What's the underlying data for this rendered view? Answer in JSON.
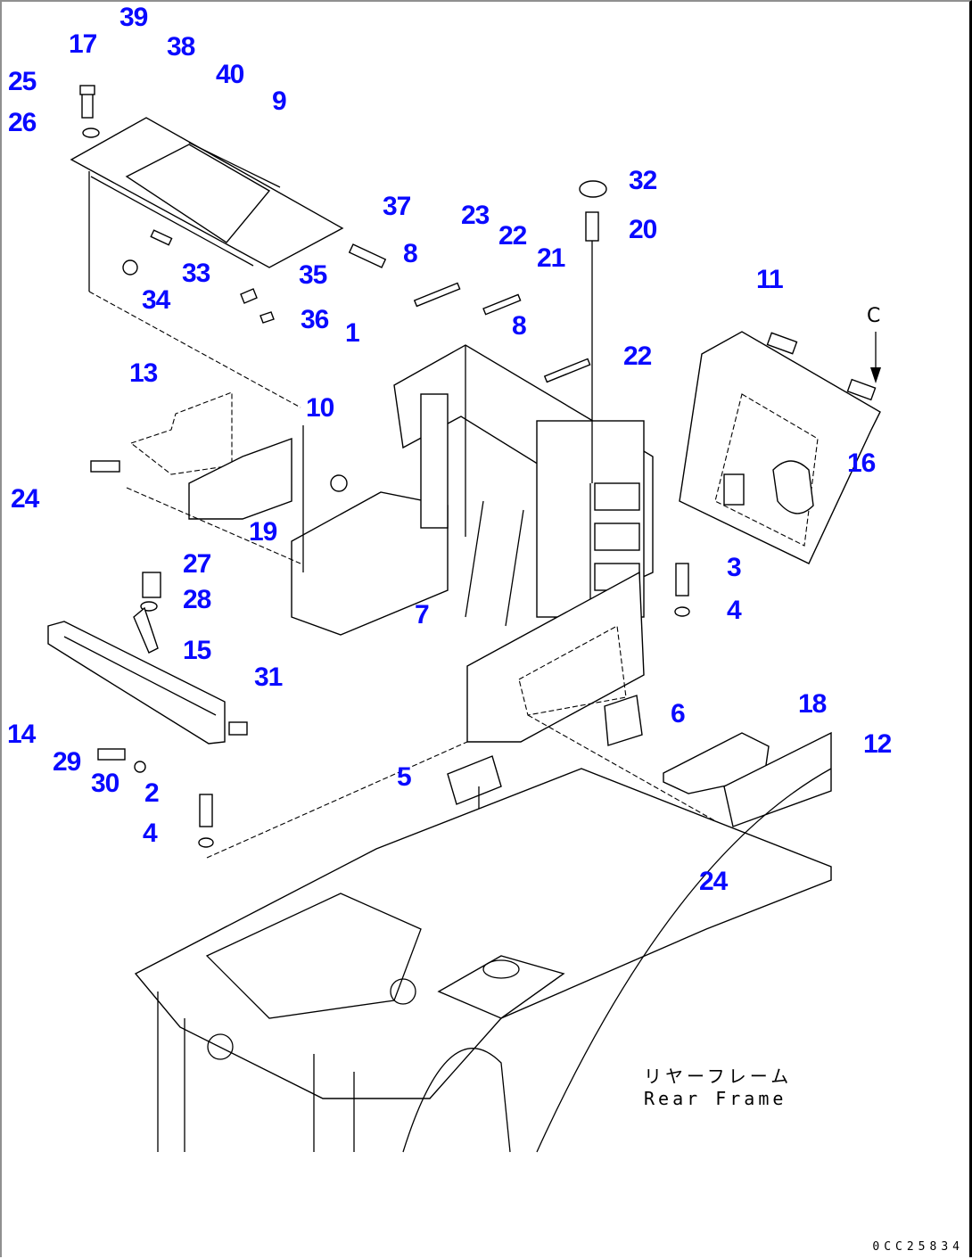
{
  "diagram": {
    "title": "Rear frame mounting parts exploded view",
    "callouts": [
      {
        "id": "1",
        "label": "1"
      },
      {
        "id": "2",
        "label": "2"
      },
      {
        "id": "3",
        "label": "3"
      },
      {
        "id": "4a",
        "label": "4"
      },
      {
        "id": "4b",
        "label": "4"
      },
      {
        "id": "5",
        "label": "5"
      },
      {
        "id": "6",
        "label": "6"
      },
      {
        "id": "7",
        "label": "7"
      },
      {
        "id": "8a",
        "label": "8"
      },
      {
        "id": "8b",
        "label": "8"
      },
      {
        "id": "9",
        "label": "9"
      },
      {
        "id": "10",
        "label": "10"
      },
      {
        "id": "11",
        "label": "11"
      },
      {
        "id": "12",
        "label": "12"
      },
      {
        "id": "13",
        "label": "13"
      },
      {
        "id": "14",
        "label": "14"
      },
      {
        "id": "15",
        "label": "15"
      },
      {
        "id": "16",
        "label": "16"
      },
      {
        "id": "17",
        "label": "17"
      },
      {
        "id": "18",
        "label": "18"
      },
      {
        "id": "19",
        "label": "19"
      },
      {
        "id": "20",
        "label": "20"
      },
      {
        "id": "21",
        "label": "21"
      },
      {
        "id": "22a",
        "label": "22"
      },
      {
        "id": "22b",
        "label": "22"
      },
      {
        "id": "23",
        "label": "23"
      },
      {
        "id": "24a",
        "label": "24"
      },
      {
        "id": "24b",
        "label": "24"
      },
      {
        "id": "25",
        "label": "25"
      },
      {
        "id": "26",
        "label": "26"
      },
      {
        "id": "27",
        "label": "27"
      },
      {
        "id": "28",
        "label": "28"
      },
      {
        "id": "29",
        "label": "29"
      },
      {
        "id": "30",
        "label": "30"
      },
      {
        "id": "31",
        "label": "31"
      },
      {
        "id": "32",
        "label": "32"
      },
      {
        "id": "33",
        "label": "33"
      },
      {
        "id": "34",
        "label": "34"
      },
      {
        "id": "35",
        "label": "35"
      },
      {
        "id": "36",
        "label": "36"
      },
      {
        "id": "37",
        "label": "37"
      },
      {
        "id": "38",
        "label": "38"
      },
      {
        "id": "39",
        "label": "39"
      },
      {
        "id": "40",
        "label": "40"
      }
    ],
    "view_marker": "C",
    "frame_label_jp": "リヤーフレーム",
    "frame_label_en": "Rear Frame",
    "drawing_code": "0CC25834"
  }
}
